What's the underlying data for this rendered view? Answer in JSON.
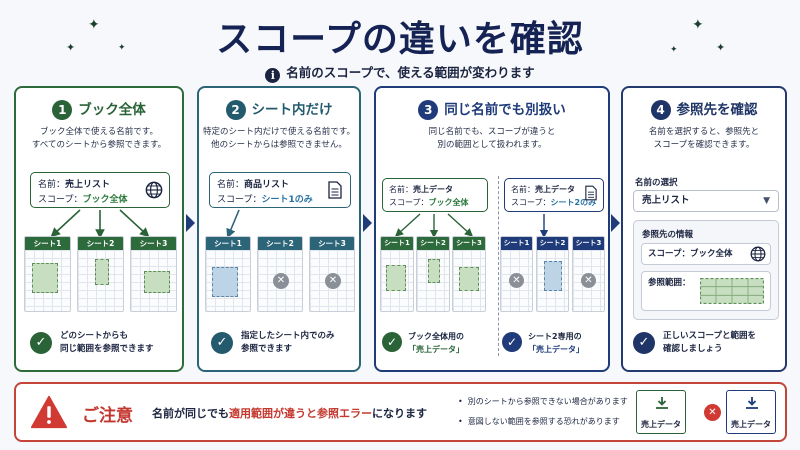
{
  "title": "スコープの違いを確認",
  "subtitle": "名前のスコープで、使える範囲が変わります",
  "colors": {
    "green": "#2a6338",
    "teal": "#245a6d",
    "blue": "#1f3b7a",
    "navy": "#203567",
    "red": "#c4372e"
  },
  "panel1": {
    "num": "1",
    "title": "ブック全体",
    "desc": [
      "ブック全体で使える名前です。",
      "すべてのシートから参照できます。"
    ],
    "name_label": "名前：",
    "name_value": "売上リスト",
    "scope_label": "スコープ：",
    "scope_value": "ブック全体",
    "sheets": [
      "シート1",
      "シート2",
      "シート3"
    ],
    "note": [
      "どのシートからも",
      "同じ範囲を参照できます"
    ]
  },
  "panel2": {
    "num": "2",
    "title": "シート内だけ",
    "desc": [
      "特定のシート内だけで使える名前です。",
      "他のシートからは参照できません。"
    ],
    "name_label": "名前：",
    "name_value": "商品リスト",
    "scope_label": "スコープ：",
    "scope_value": "シート1のみ",
    "sheets": [
      "シート1",
      "シート2",
      "シート3"
    ],
    "note": [
      "指定したシート内でのみ",
      "参照できます"
    ]
  },
  "panel3": {
    "num": "3",
    "title": "同じ名前でも別扱い",
    "desc": [
      "同じ名前でも、スコープが違うと",
      "別の範囲として扱われます。"
    ],
    "left": {
      "name_label": "名前：",
      "name_value": "売上データ",
      "scope_label": "スコープ：",
      "scope_value": "ブック全体",
      "sheets": [
        "シート1",
        "シート2",
        "シート3"
      ],
      "note": [
        "ブック全体用の",
        "「売上データ」"
      ]
    },
    "right": {
      "name_label": "名前：",
      "name_value": "売上データ",
      "scope_label": "スコープ：",
      "scope_value": "シート2のみ",
      "sheets": [
        "シート1",
        "シート2",
        "シート3"
      ],
      "note": [
        "シート2専用の",
        "「売上データ」"
      ]
    }
  },
  "panel4": {
    "num": "4",
    "title": "参照先を確認",
    "desc": [
      "名前を選択すると、参照先と",
      "スコープを確認できます。"
    ],
    "select_label": "名前の選択",
    "select_value": "売上リスト",
    "ref_title": "参照先の情報",
    "ref_scope": "スコープ：ブック全体",
    "ref_range": "参照範囲：",
    "note": [
      "正しいスコープと範囲を",
      "確認しましょう"
    ]
  },
  "caution": {
    "title": "ご注意",
    "msg_a": "名前が同じでも",
    "msg_red": "適用範囲が違うと参照エラー",
    "msg_b": "になります",
    "bullets": [
      "別のシートから参照できない場合があります",
      "意図しない範囲を参照する恐れがあります"
    ],
    "file_left": "売上データ",
    "file_right": "売上データ"
  }
}
